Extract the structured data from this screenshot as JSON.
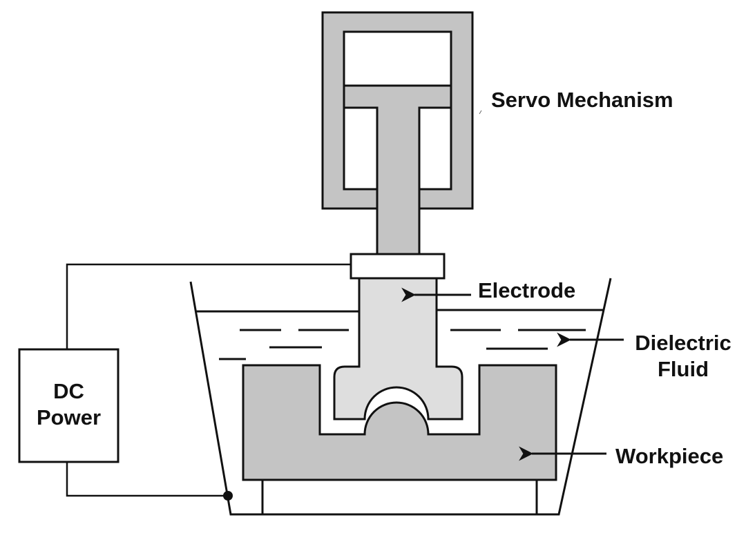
{
  "labels": {
    "servo": "Servo Mechanism",
    "electrode": "Electrode",
    "dielectric_line1": "Dielectric",
    "dielectric_line2": "Fluid",
    "workpiece": "Workpiece",
    "power_line1": "DC",
    "power_line2": "Power"
  },
  "colors": {
    "stroke": "#111111",
    "servo_body": "#c4c4c4",
    "electrode": "#dedede",
    "workpiece": "#c4c4c4",
    "background": "#ffffff"
  }
}
